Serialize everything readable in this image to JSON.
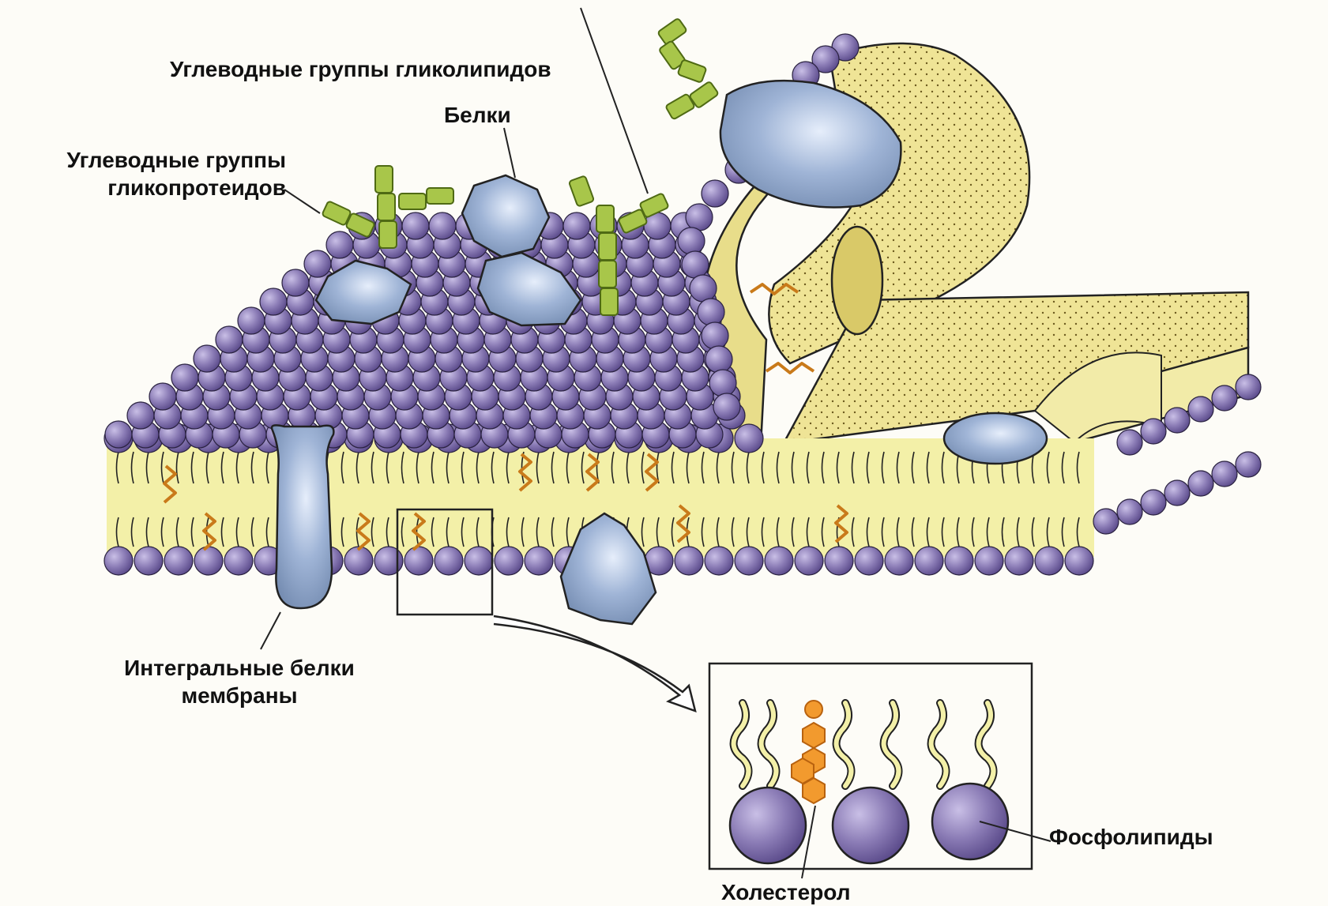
{
  "labels": {
    "glycolipid_carbs": "Углеводные группы гликолипидов",
    "proteins": "Белки",
    "glycoprotein_carbs_line1": "Углеводные группы",
    "glycoprotein_carbs_line2": "гликопротеидов",
    "integral_proteins_line1": "Интегральные белки",
    "integral_proteins_line2": "мембраны",
    "phospholipids": "Фосфолипиды",
    "cholesterol": "Холестерол"
  },
  "colors": {
    "phospholipid_head": "#8a7bb5",
    "phospholipid_head_dark": "#5a4a8a",
    "lipid_tail": "#f3f0a8",
    "membrane_slab": "#eee391",
    "membrane_slab_dark": "#d9c968",
    "protein": "#8fa6c8",
    "protein_dark": "#5f7aa3",
    "carbohydrate": "#a8c64a",
    "carbohydrate_dark": "#5f7a1e",
    "cholesterol": "#f29a2e",
    "cholesterol_dark": "#b8620f",
    "line": "#222222"
  }
}
